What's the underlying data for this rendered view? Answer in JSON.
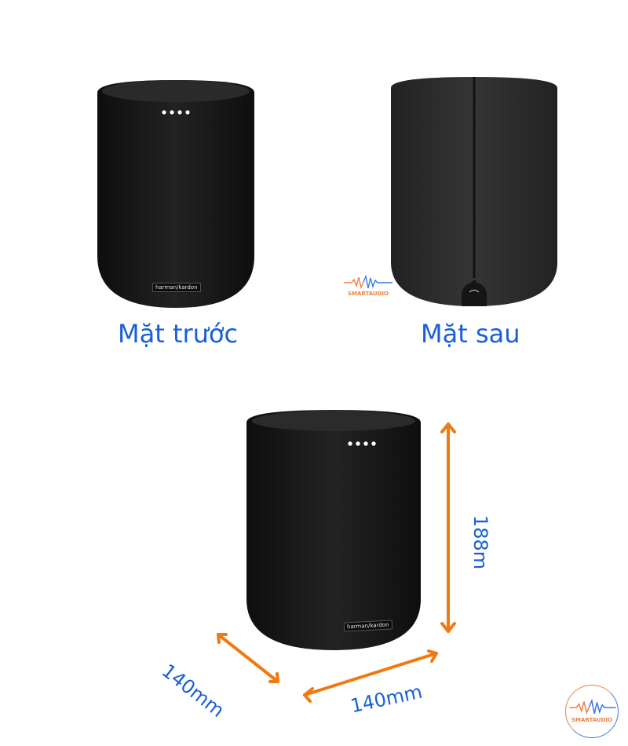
{
  "labels": {
    "front": "Mặt trước",
    "back": "Mặt sau"
  },
  "brand": {
    "speaker_logo": "harman/kardon",
    "watermark": "SMARTAUDIO"
  },
  "dimensions": {
    "height": "188m",
    "depth": "140mm",
    "width": "140mm"
  },
  "colors": {
    "label_blue": "#1a5fd6",
    "arrow_orange": "#f07a10",
    "speaker_fabric": "#1b1b1b",
    "speaker_back_fabric": "#2c2c2c"
  }
}
